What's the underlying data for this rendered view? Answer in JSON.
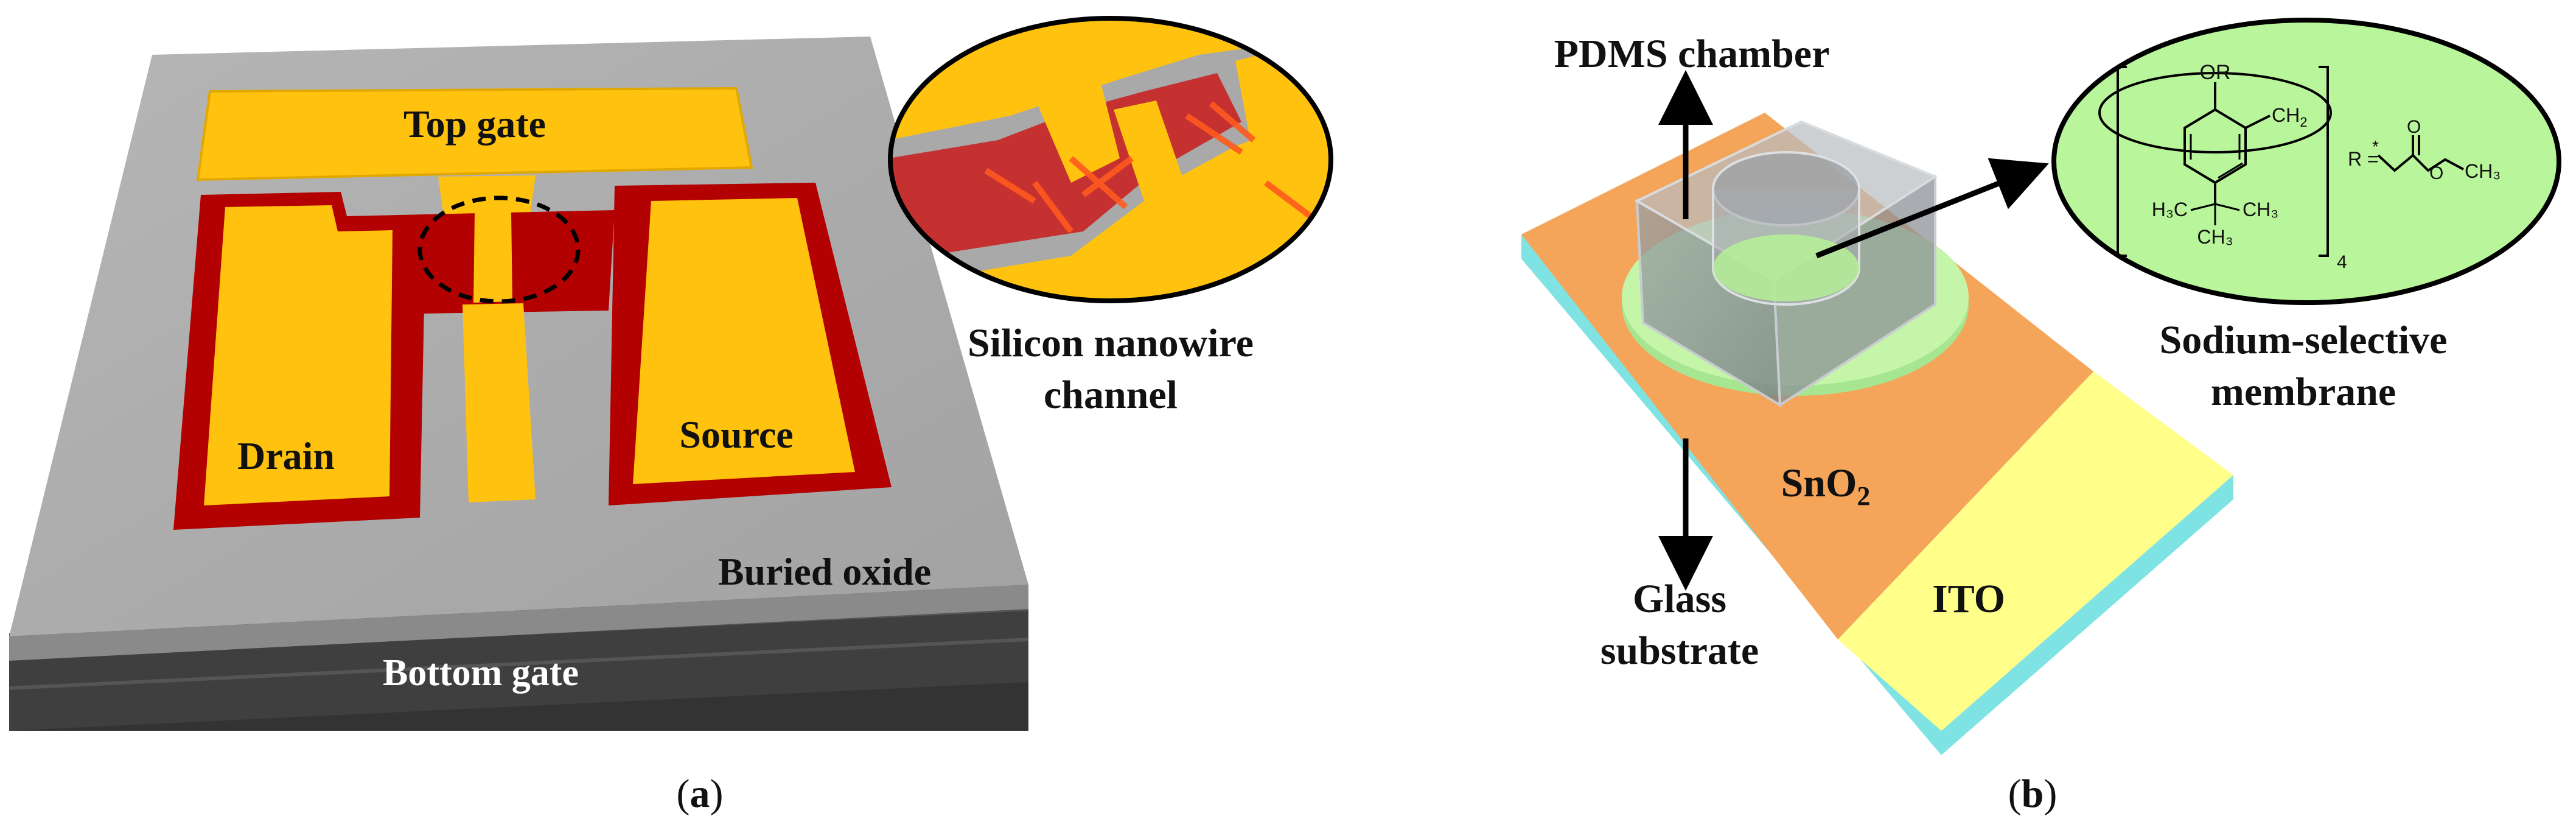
{
  "panel_a": {
    "labels": {
      "top_gate": "Top gate",
      "drain": "Drain",
      "source": "Source",
      "buried_oxide": "Buried oxide",
      "bottom_gate": "Bottom gate",
      "nanowire_line1": "Silicon nanowire",
      "nanowire_line2": "channel"
    },
    "caption": {
      "open": "(",
      "letter": "a",
      "close": ")"
    }
  },
  "panel_b": {
    "labels": {
      "pdms": "PDMS chamber",
      "sno2_main": "SnO",
      "sno2_sub": "2",
      "ito": "ITO",
      "glass_line1": "Glass",
      "glass_line2": "substrate",
      "membrane_line1": "Sodium-selective",
      "membrane_line2": "membrane"
    },
    "molecule": {
      "or": "OR",
      "ch2": "CH",
      "ch2_sub": "2",
      "h3c": "H₃C",
      "ch3_right": "CH₃",
      "ch3_bottom": "CH₃",
      "subscript_4": "4",
      "r_eq": "R = ",
      "star": "*",
      "ethyl_ch3": "CH₃"
    },
    "caption": {
      "open": "(",
      "letter": "b",
      "close": ")"
    }
  },
  "colors": {
    "gray_surface": "#a9a9a9",
    "dark_base": "#3a3a3a",
    "gold": "#ffc20e",
    "dark_red": "#b30000",
    "orange_sno2": "#f5a55a",
    "yellow_ito": "#ffff8a",
    "cyan_glass": "#7fe3e3",
    "light_green": "#b9f59a"
  }
}
